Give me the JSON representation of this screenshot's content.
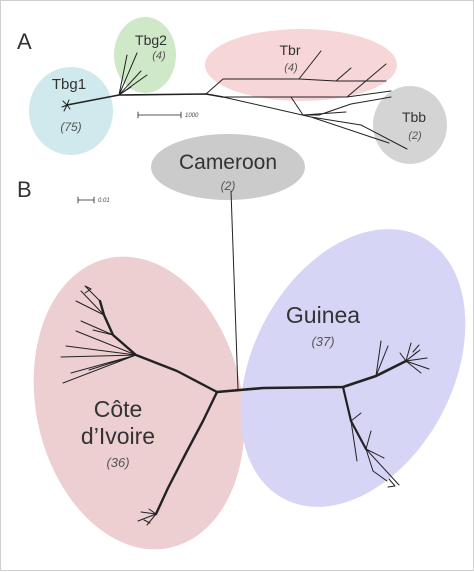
{
  "colors": {
    "tbg1": "#cfe9ed",
    "tbg2": "#cfe8c8",
    "tbr": "#f6d6d6",
    "tbb": "#d4d4d4",
    "cameroon": "#cbcbcb",
    "cote_divoire": "#edcfd2",
    "guinea": "#d7d5f5",
    "branch": "#222222"
  },
  "panels": {
    "a": "A",
    "b": "B"
  },
  "panel_a": {
    "tbg1": {
      "name": "Tbg1",
      "count": "(75)"
    },
    "tbg2": {
      "name": "Tbg2",
      "count": "(4)"
    },
    "tbr": {
      "name": "Tbr",
      "count": "(4)"
    },
    "tbb": {
      "name": "Tbb",
      "count": "(2)"
    },
    "scale_label": "1000"
  },
  "panel_b": {
    "cameroon": {
      "name": "Cameroon",
      "count": "(2)"
    },
    "guinea": {
      "name": "Guinea",
      "count": "(37)"
    },
    "cote": {
      "name_line1": "Côte",
      "name_line2": "d’Ivoire",
      "count": "(36)"
    },
    "scale_label": "0.01"
  }
}
